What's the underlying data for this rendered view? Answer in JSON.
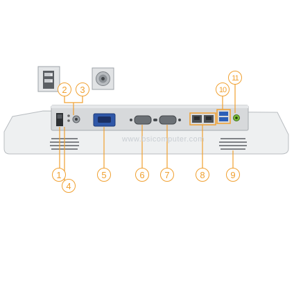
{
  "watermark": "www.bsicomputer.com",
  "callouts": [
    "1",
    "2",
    "3",
    "4",
    "5",
    "6",
    "7",
    "8",
    "9",
    "10",
    "11"
  ],
  "colors": {
    "accent": "#f0a030",
    "chassis": "#f1f2f3",
    "panel": "#d6d8da"
  }
}
